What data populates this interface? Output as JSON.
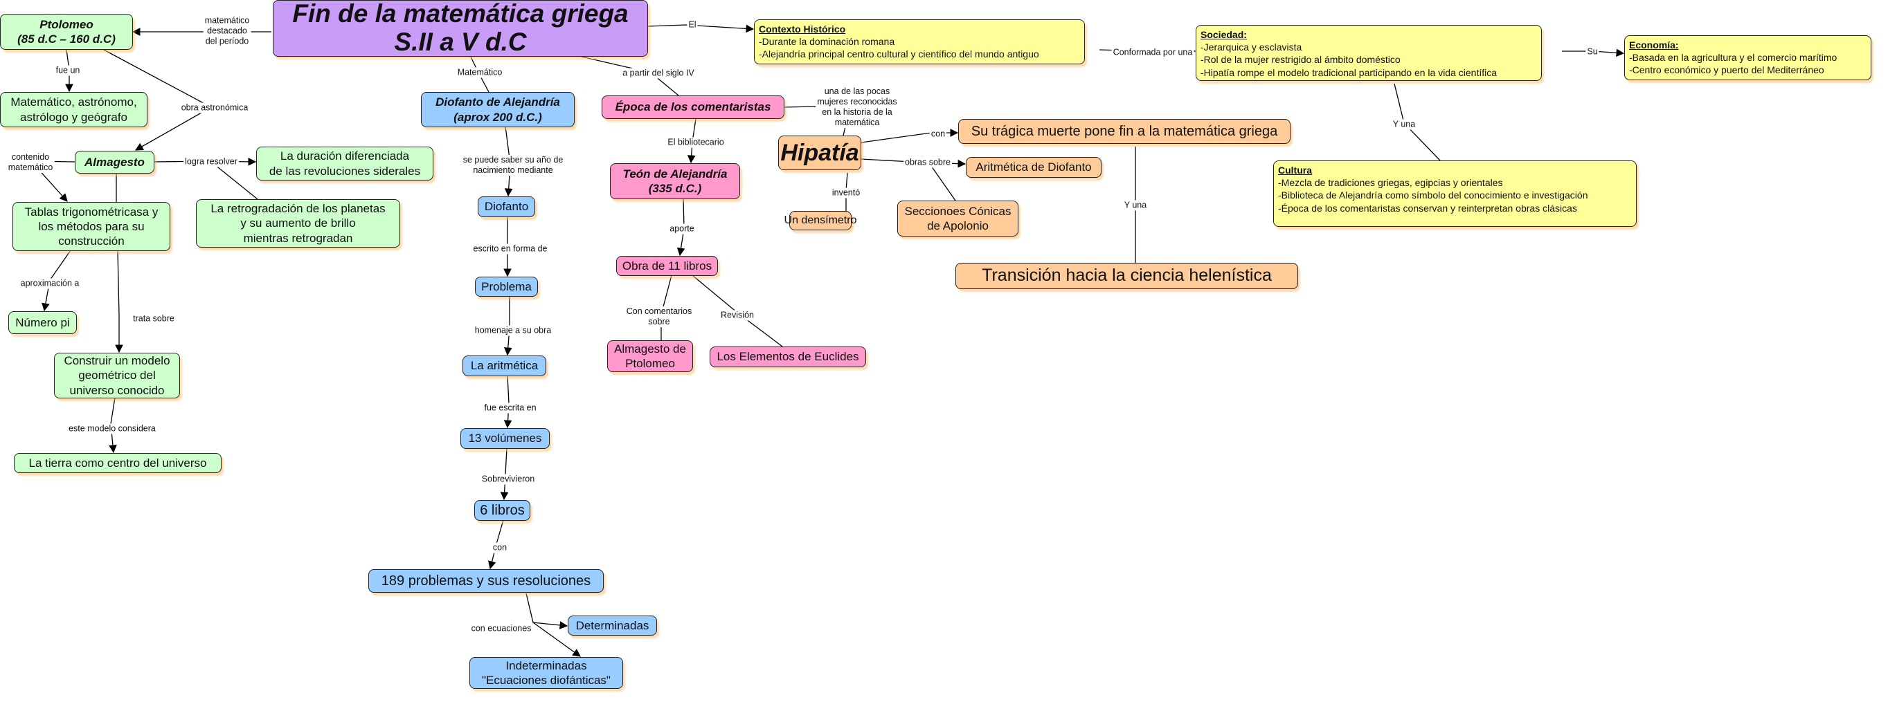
{
  "title": {
    "line1": "Fin de la matemática griega",
    "line2": "S.II a V d.C"
  },
  "nodes": {
    "ptolomeo": {
      "line1": "Ptolomeo",
      "line2": "(85 d.C – 160 d.C)"
    },
    "matematico_astronomo": {
      "line1": "Matemático, astrónomo,",
      "line2": "astrólogo y geógrafo"
    },
    "almagesto": "Almagesto",
    "duracion": {
      "line1": "La duración diferenciada",
      "line2": "de las revoluciones siderales"
    },
    "tablas": {
      "line1": "Tablas trigonométricasa y",
      "line2": "los métodos para su",
      "line3": "construcción"
    },
    "retrogradacion": {
      "line1": "La retrogradación de los planetas",
      "line2": "y su aumento de brillo",
      "line3": "mientras retrogradan"
    },
    "numero_pi": "Número pi",
    "construir": {
      "line1": "Construir un modelo",
      "line2": "geométrico del",
      "line3": "universo conocido"
    },
    "tierra": "La tierra como centro del universo",
    "diofanto_alejandria": {
      "line1": "Diofanto de Alejandría",
      "line2": "(aprox 200 d.C.)"
    },
    "diofanto": "Diofanto",
    "problema": "Problema",
    "aritmetica": "La aritmética",
    "volumenes": "13 volúmenes",
    "seis_libros": "6 libros",
    "problemas_189": "189 problemas y sus resoluciones",
    "determinadas": "Determinadas",
    "indeterminadas": {
      "line1": "Indeterminadas",
      "line2": "\"Ecuaciones diofánticas\""
    },
    "epoca": "Época de los comentaristas",
    "teon": {
      "line1": "Teón de Alejandría",
      "line2": "(335 d.C.)"
    },
    "obra_11": "Obra de 11 libros",
    "almagesto_ptolomeo": {
      "line1": "Almagesto de",
      "line2": "Ptolomeo"
    },
    "elementos": "Los Elementos de Euclides",
    "hipatia": "Hipatía",
    "tragica": "Su trágica muerte pone fin a la matemática griega",
    "aritmetica_diofanto": "Aritmética de Diofanto",
    "densimetro": "Un densímetro",
    "secciones": {
      "line1": "Seccionoes Cónicas",
      "line2": "de Apolonio"
    },
    "transicion": "Transición hacia la ciencia helenística",
    "contexto": {
      "heading": "Contexto Histórico",
      "items": [
        "-Durante la dominación romana",
        "-Alejandría principal centro cultural y científico del mundo antiguo"
      ]
    },
    "sociedad": {
      "heading": "Sociedad:",
      "items": [
        "-Jerarquica y esclavista",
        "-Rol de la mujer restrigido al ámbito doméstico",
        "-Hipatía rompe el modelo tradicional participando en la vida científica"
      ]
    },
    "economia": {
      "heading": "Economía:",
      "items": [
        "-Basada en la agricultura y el comercio marítimo",
        "-Centro económico y puerto del Mediterráneo"
      ]
    },
    "cultura": {
      "heading": "Cultura",
      "items": [
        "-Mezcla de tradiciones griegas, egipcias y orientales",
        "-Biblioteca  de Alejandría como símbolo del conocimiento e investigación",
        "-Época de los comentaristas conservan y reinterpretan obras clásicas"
      ]
    }
  },
  "links": {
    "destacado": "matemático\ndestacado\ndel período",
    "fue_un": "fue un",
    "obra_astronomica": "obra astronómica",
    "contenido": "contenido\nmatemático",
    "logra_resolver": "logra resolver",
    "aproximacion": "aproximación a",
    "trata_sobre": "trata sobre",
    "modelo_considera": "este modelo considera",
    "matematico": "Matemático",
    "nacimiento": "se puede saber su año de\nnacimiento mediante",
    "escrito": "escrito en forma de",
    "homenaje": "homenaje a su obra",
    "escrita_en": "fue escrita en",
    "sobrevivieron": "Sobrevivieron",
    "con": "con",
    "con_ecuaciones": "con ecuaciones",
    "siglo_iv": "a partir del siglo IV",
    "el": "El",
    "pocas_mujeres": "una de las pocas\nmujeres reconocidas\nen la historia de la\nmatemática",
    "bibliotecario": "El bibliotecario",
    "aporte": "aporte",
    "con_comentarios": "Con comentarios\nsobre",
    "revision": "Revisión",
    "con_hipatia": "con",
    "obras_sobre": "obras sobre",
    "invento": "inventó",
    "y_una_1": "Y una",
    "conformada": "Conformada por una",
    "su": "Su",
    "y_una_2": "Y una"
  },
  "colors": {
    "title": "#c99cf7",
    "ptolomeo_branch": "#ccffcc",
    "diofanto_branch": "#99ccff",
    "comentaristas_branch": "#ff99cc",
    "hipatia_branch": "#ffcc99",
    "context": "#ffff99"
  }
}
